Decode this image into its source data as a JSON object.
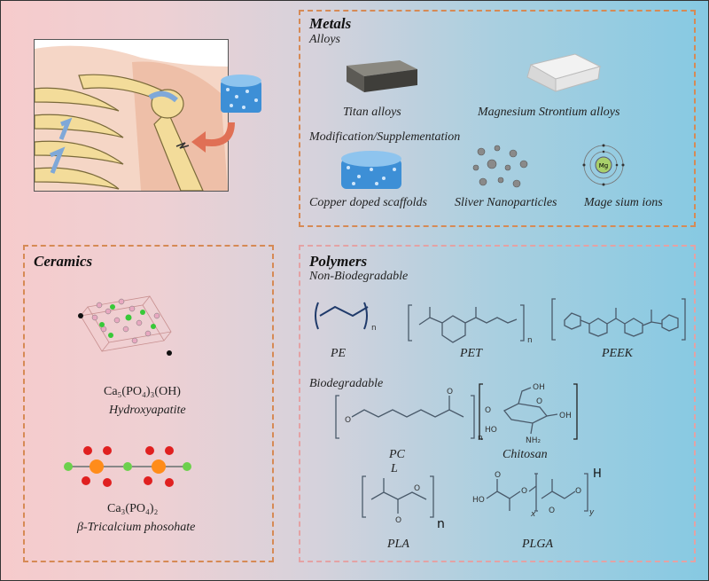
{
  "colors": {
    "metals_border": "#d68a55",
    "ceramics_border": "#d68a55",
    "polymers_border": "#e4a2a4",
    "scaffold_blue": "#3d8fd6",
    "arrow": "#e07055"
  },
  "icons": [
    "shoulder-anatomy-illustration",
    "porous-scaffold-icon",
    "curved-arrow-icon",
    "titanium-block-icon",
    "magnesium-ingot-icon",
    "copper-scaffold-icon",
    "silver-nanoparticles-icon",
    "magnesium-ion-icon",
    "hydroxyapatite-crystal-icon",
    "tricalcium-phosphate-molecule-icon"
  ],
  "metals": {
    "title": "Metals",
    "subtitle_alloys": "Alloys",
    "titan": "Titan alloys",
    "magnesium": "Magnesium Strontium alloys",
    "subtitle_mod": "Modification/Supplementation",
    "copper": "Copper doped scaffolds",
    "silver": "Sliver Nanoparticles",
    "ions": "Mage sium ions",
    "mg_symbol": "Mg"
  },
  "ceramics": {
    "title": "Ceramics",
    "ha_formula": "Ca₅(PO₄)₃(OH)",
    "ha_name": "Hydroxyapatite",
    "tcp_formula": "Ca₃(PO₄)₂",
    "tcp_name": "β-Tricalcium phosohate"
  },
  "polymers": {
    "title": "Polymers",
    "subtitle_nonbio": "Non-Biodegradable",
    "pe": "PE",
    "pet": "PET",
    "peek": "PEEK",
    "subtitle_bio": "Biodegradable",
    "pc_line1": "PC",
    "pc_line2": "L",
    "chitosan": "Chitosan",
    "pla": "PLA",
    "plga": "PLGA",
    "n": "n",
    "o": "O",
    "oh": "OH",
    "ho": "HO",
    "nh2": "NH₂",
    "h": "H",
    "x": "x",
    "y": "y"
  }
}
